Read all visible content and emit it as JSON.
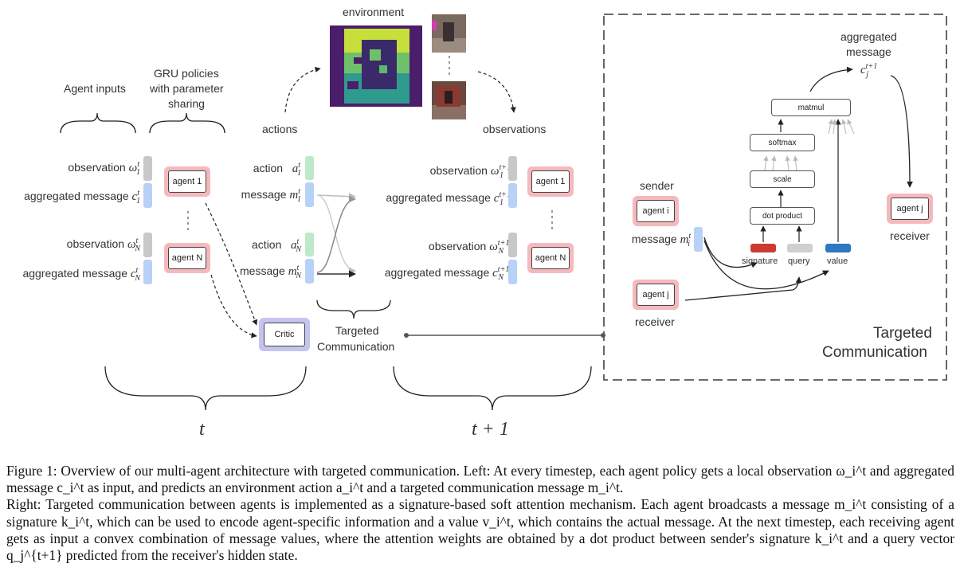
{
  "left": {
    "agent_inputs_label": "Agent inputs",
    "gru_label_lines": [
      "GRU policies",
      "with parameter",
      "sharing"
    ],
    "obs_label": "observation",
    "agg_label": "aggregated message",
    "agent1": "agent 1",
    "agentN": "agent N",
    "critic": "Critic",
    "t_label": "t"
  },
  "middle": {
    "environment_label": "environment",
    "actions_label": "actions",
    "observations_label": "observations",
    "action_label": "action",
    "message_label": "message",
    "targeted_lines": [
      "Targeted",
      "Communication"
    ],
    "t1_label": "t + 1"
  },
  "right": {
    "aggregated_message_lines": [
      "aggregated",
      "message"
    ],
    "sender_label": "sender",
    "agent_i": "agent i",
    "agent_j": "agent j",
    "receiver_label": "receiver",
    "message_label": "message",
    "matmul": "matmul",
    "softmax": "softmax",
    "scale": "scale",
    "dot_product": "dot product",
    "signature": "signature",
    "query": "query",
    "value": "value",
    "targeted_lines": [
      "Targeted",
      "Communication"
    ]
  },
  "colors": {
    "agent": "#f5b9bd",
    "critic": "#c3c4f0",
    "observation_bar": "#c8c8c8",
    "message_bar": "#b8d1f7",
    "action_bar": "#bfe8c8",
    "signature": "#cc3b32",
    "query": "#cfcfcf",
    "value": "#2b79c2"
  },
  "caption": [
    "Figure 1: Overview of our multi-agent architecture with targeted communication. Left: At every timestep, each agent policy gets a local observation ω_i^t and aggregated message c_i^t as input, and predicts an environment action a_i^t and a targeted communication message m_i^t.",
    "Right: Targeted communication between agents is implemented as a signature-based soft attention mechanism. Each agent broadcasts a message m_i^t consisting of a signature k_i^t, which can be used to encode agent-specific information and a value v_i^t, which contains the actual message. At the next timestep, each receiving agent gets as input a convex combination of message values, where the attention weights are obtained by a dot product between sender's signature k_i^t and a query vector q_j^{t+1} predicted from the receiver's hidden state."
  ]
}
